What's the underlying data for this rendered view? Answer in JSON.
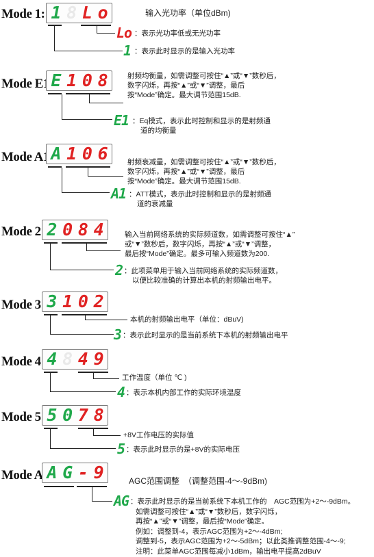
{
  "modes": [
    {
      "label": "Mode 1:",
      "digits": [
        {
          "ch": "1",
          "c": "green"
        },
        {
          "ch": "8",
          "c": "off"
        },
        {
          "ch": "L",
          "c": "red"
        },
        {
          "ch": "o",
          "c": "red"
        }
      ],
      "head": "输入光功率（单位dBm)",
      "notes": [
        {
          "code": "Lo",
          "code_color": "red",
          "text": "表示光功率低或无光功率"
        },
        {
          "code": "1",
          "code_color": "green",
          "text": "表示此时显示的是输入光功率"
        }
      ]
    },
    {
      "label": "Mode E1:",
      "digits": [
        {
          "ch": "E",
          "c": "green"
        },
        {
          "ch": "1",
          "c": "red"
        },
        {
          "ch": "0",
          "c": "red"
        },
        {
          "ch": "8",
          "c": "red"
        }
      ],
      "desc": [
        "射频均衡量，如需调整可按住“▲”或“▼”数秒后，",
        "数字闪烁，再按“▲”或“▼”调整，最后",
        "按“Mode”确定。最大调节范围15dB."
      ],
      "code": "E1",
      "code_color": "green",
      "note": [
        "Eq模式，表示此时控制和显示的是射频通",
        "道的均衡量"
      ]
    },
    {
      "label": "Mode A1:",
      "digits": [
        {
          "ch": "A",
          "c": "green"
        },
        {
          "ch": "1",
          "c": "red"
        },
        {
          "ch": "0",
          "c": "red"
        },
        {
          "ch": "6",
          "c": "red"
        }
      ],
      "desc": [
        "射频衰减量，如需调整可按住“▲”或“▼”数秒后，",
        "数字闪烁，再按“▲”或“▼”调整，最后",
        "按“Mode”确定。最大调节范围15dB."
      ],
      "code": "A1",
      "code_color": "green",
      "note": [
        "ATT模式，表示此时控制和显示的是射频通",
        "道的衰减量"
      ]
    },
    {
      "label": "Mode 2:",
      "digits": [
        {
          "ch": "2",
          "c": "green"
        },
        {
          "ch": "0",
          "c": "red"
        },
        {
          "ch": "8",
          "c": "red"
        },
        {
          "ch": "4",
          "c": "red"
        }
      ],
      "desc": [
        "输入当前网络系统的实际频道数，如需调整可按住“▲”",
        "或“▼”数秒后，数字闪烁，再按“▲”或“▼”调整，",
        "最后按“Mode”确定。最多可输入频道数为200."
      ],
      "code": "2",
      "code_color": "green",
      "note": [
        "此项菜单用于输入当前网络系统的实际频道数，",
        "以便比较准确的计算出本机的射频输出电平。"
      ]
    },
    {
      "label": "Mode 3:",
      "digits": [
        {
          "ch": "3",
          "c": "green"
        },
        {
          "ch": "1",
          "c": "red"
        },
        {
          "ch": "0",
          "c": "red"
        },
        {
          "ch": "2",
          "c": "red"
        }
      ],
      "desc": [
        "本机的射频输出电平（单位：dBuV)"
      ],
      "code": "3",
      "code_color": "green",
      "note": [
        "表示此时显示的是当前系统下本机的射频输出电平"
      ]
    },
    {
      "label": "Mode 4:",
      "digits": [
        {
          "ch": "4",
          "c": "green"
        },
        {
          "ch": "8",
          "c": "off"
        },
        {
          "ch": "4",
          "c": "red"
        },
        {
          "ch": "9",
          "c": "red"
        }
      ],
      "desc": [
        "工作温度（单位 ℃ )"
      ],
      "code": "4",
      "code_color": "green",
      "note": [
        "表示本机内部工作的实际环境温度"
      ]
    },
    {
      "label": "Mode 5:",
      "digits": [
        {
          "ch": "5",
          "c": "green"
        },
        {
          "ch": "0",
          "c": "green"
        },
        {
          "ch": "7",
          "c": "red"
        },
        {
          "ch": "8",
          "c": "red"
        }
      ],
      "desc": [
        "+8V工作电压的实际值"
      ],
      "code": "5",
      "code_color": "green",
      "note": [
        "表示此时显示的是+8V的实际电压"
      ]
    },
    {
      "label": "Mode AG:",
      "digits": [
        {
          "ch": "A",
          "c": "green"
        },
        {
          "ch": "G",
          "c": "green"
        },
        {
          "ch": "-",
          "c": "red"
        },
        {
          "ch": "9",
          "c": "red"
        }
      ],
      "head": "AGC范围调整　（调整范围-4～-9dBm)",
      "code": "AG",
      "code_color": "green",
      "note": [
        "表示此时显示的是当前系统下本机工作的　AGC范围为+2～-9dBm。",
        "如需调整可按住“▲”或“▼”数秒后，数字闪烁，",
        "再按“▲”或“▼”调整，最后按“Mode”确定。",
        "例如：调整到-4，表示AGC范围为+2～-4dBm;",
        "调整到-5，表示AGC范围为+2～-5dBm；以此类推调整范围-4～-9;",
        "注明：此菜单AGC范围每减小1dBm，输出电平提高2dBuV"
      ]
    }
  ]
}
